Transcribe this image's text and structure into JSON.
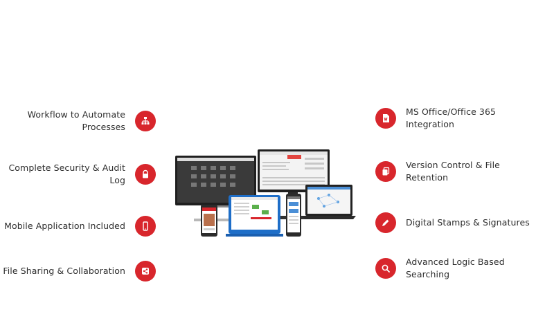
{
  "left_features": [
    {
      "label_lines": [
        "Workflow to Automate",
        "Processes"
      ],
      "icon": "workflow-icon"
    },
    {
      "label_lines": [
        "Complete Security & Audit",
        "Log"
      ],
      "icon": "lock-icon"
    },
    {
      "label_lines": [
        "Mobile Application Included"
      ],
      "icon": "mobile-icon"
    },
    {
      "label_lines": [
        "File Sharing & Collaboration"
      ],
      "icon": "share-icon"
    }
  ],
  "right_features": [
    {
      "label_lines": [
        "MS Office/Office 365",
        "Integration"
      ],
      "icon": "word-doc-icon"
    },
    {
      "label_lines": [
        "Version Control & File",
        "Retention"
      ],
      "icon": "copy-icon"
    },
    {
      "label_lines": [
        "Digital Stamps & Signatures"
      ],
      "icon": "pen-icon"
    },
    {
      "label_lines": [
        "Advanced Logic Based",
        "Searching"
      ],
      "icon": "search-icon"
    }
  ],
  "colors": {
    "accent": "#d8262c",
    "text": "#2d2d2d"
  }
}
